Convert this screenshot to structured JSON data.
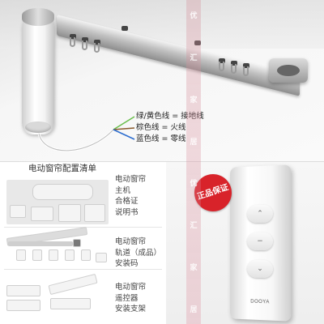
{
  "wire_labels": [
    "绿/黄色线 = 接地线",
    "棕色线 = 火线",
    "蓝色线 = 零线"
  ],
  "wire_colors": [
    "#6bbf4e",
    "#8a5a2b",
    "#2f6fd0"
  ],
  "watermark": [
    "优",
    "汇",
    "家",
    "居",
    "优",
    "汇",
    "家",
    "居"
  ],
  "list": {
    "title": "电动窗帘配置清单",
    "groups": [
      [
        "电动窗帘",
        "主机",
        "合格证",
        "说明书"
      ],
      [
        "电动窗帘",
        "轨道（成品）",
        "安装码"
      ],
      [
        "电动窗帘",
        "遥控器",
        "安装支架"
      ]
    ]
  },
  "badge": "正品保证",
  "remote": {
    "brand": "DOOYA",
    "buttons": [
      "⌃",
      "−",
      "⌄"
    ]
  }
}
